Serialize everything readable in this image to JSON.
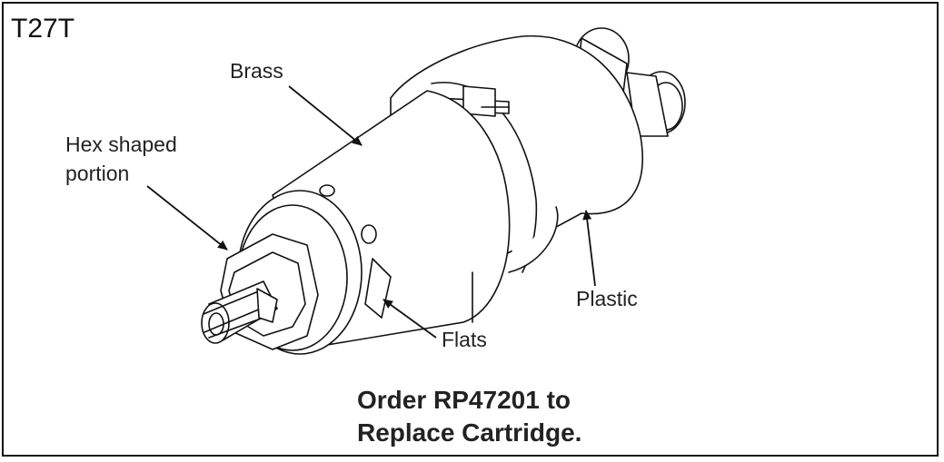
{
  "model_label": "T27T",
  "callouts": {
    "brass": "Brass",
    "hex_line1": "Hex shaped",
    "hex_line2": "portion",
    "flats": "Flats",
    "plastic": "Plastic"
  },
  "note": {
    "line1": "Order RP47201 to",
    "line2": "Replace Cartridge."
  }
}
